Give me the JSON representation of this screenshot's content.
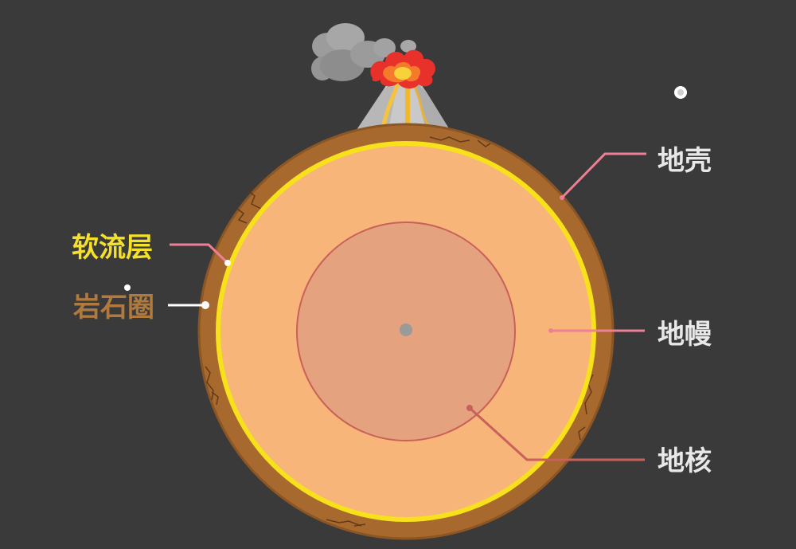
{
  "labels": {
    "crust": "地壳",
    "asthenosphere": "软流层",
    "lithosphere": "岩石圈",
    "mantle": "地幔",
    "core": "地核"
  },
  "colors": {
    "background": "#3a3a3a",
    "crust": "#a8692e",
    "asthenosphere": "#f7e11a",
    "mantle": "#f7b57a",
    "core": "#e4a27f",
    "core_outline": "#c9605a",
    "leader_pink": "#ee7f96",
    "leader_white": "#ffffff",
    "label_light": "#e8e8e8",
    "label_yellow": "#f5e12a",
    "label_brown": "#b07a3e"
  },
  "icons": [
    "volcano-icon",
    "smoke-icon",
    "eruption-icon"
  ]
}
